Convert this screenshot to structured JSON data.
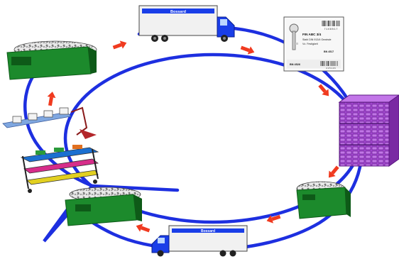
{
  "trucks": {
    "top_brand": "Bossard",
    "bottom_brand": "Bossard"
  },
  "label_card": {
    "line1": "FIN ABC 3/4",
    "line2": "Stahl DIN 913/4 Gewinde",
    "line3": "Vz. Festigkeit",
    "line4": "BN 4517",
    "code_top": "7 1 0 8 5 1 7",
    "code_left": "BN 4526",
    "code_right": "2 1 5 1 4 6"
  },
  "colors": {
    "loop": "#1d2fe0",
    "arrow": "#f03a1f",
    "bin": "#1c8a2c",
    "bin_dark": "#0e5a18",
    "cabinet": "#9b35c8",
    "truck_cab": "#1a3ee8"
  },
  "icons": [
    "delivery-truck-icon",
    "barcode-label-icon",
    "storage-cabinet-icon",
    "parts-bin-icon",
    "conveyor-robot-icon",
    "shelving-rack-icon",
    "flow-arrow-icon"
  ]
}
